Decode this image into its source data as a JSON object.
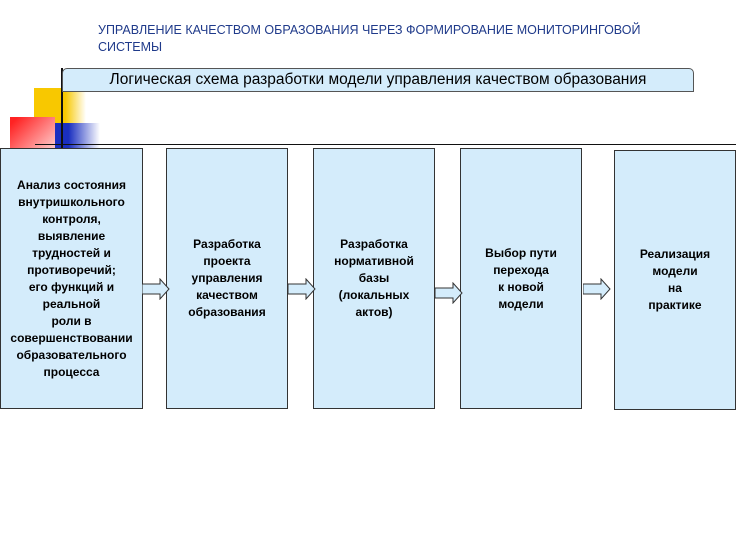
{
  "title": "УПРАВЛЕНИЕ КАЧЕСТВОМ ОБРАЗОВАНИЯ ЧЕРЕЗ ФОРМИРОВАНИЕ МОНИТОРИНГОВОЙ СИСТЕМЫ",
  "header": "Логическая схема разработки модели управления качеством образования",
  "steps": [
    "Анализ состояния\nвнутришкольного\nконтроля,\nвыявление\nтрудностей и\nпротиворечий;\nего функций и\nреальной\nроли в\nсовершенствовании\nобразовательного\nпроцесса",
    "Разработка\nпроекта\nуправления\nкачеством\nобразования",
    "Разработка\nнормативной\nбазы\n(локальных\nактов)",
    "Выбор пути\nперехода\nк новой\nмодели",
    "Реализация\nмодели\nна\nпрактике"
  ],
  "colors": {
    "box": "#d4ecfb",
    "title": "#1f3a8a"
  }
}
